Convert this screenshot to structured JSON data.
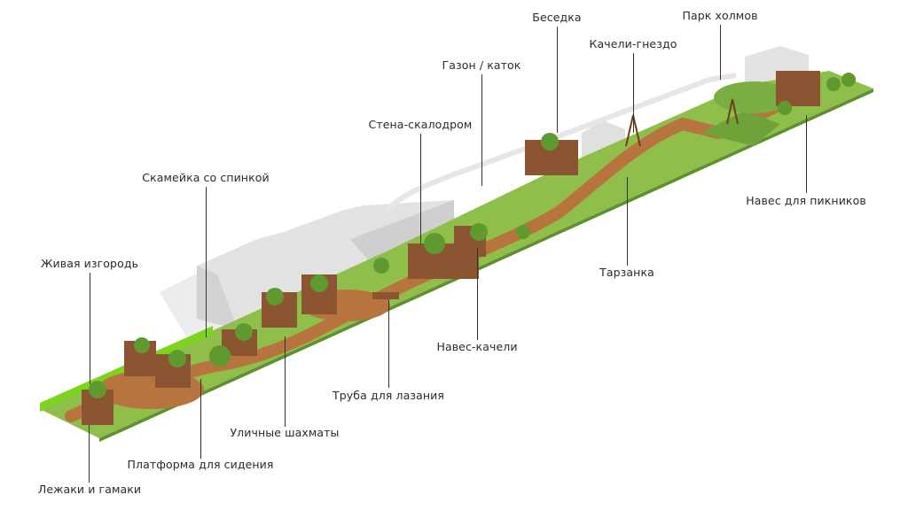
{
  "title": "Схема благоустройства",
  "labels": {
    "besedka": "Беседка",
    "park": "Парк холмов",
    "swing_nest": "Качели-гнездо",
    "lawn": "Газон / каток",
    "climbing_wall": "Стена-скалодром",
    "bench": "Скамейка со спинкой",
    "hedge": "Живая изгородь",
    "picnic": "Навес для пикников",
    "tarzan": "Тарзанка",
    "swing_canopy": "Навес-качели",
    "tube": "Труба для лазания",
    "chess": "Уличные шахматы",
    "platform": "Платформа для сидения",
    "loungers": "Лежаки и гамаки"
  },
  "colors": {
    "grass": "#8fbf4a",
    "grass_dark": "#6fa33a",
    "path": "#b8743f",
    "wood": "#8a5530",
    "building": "#e4e4e4",
    "hedge": "#7ed321"
  }
}
